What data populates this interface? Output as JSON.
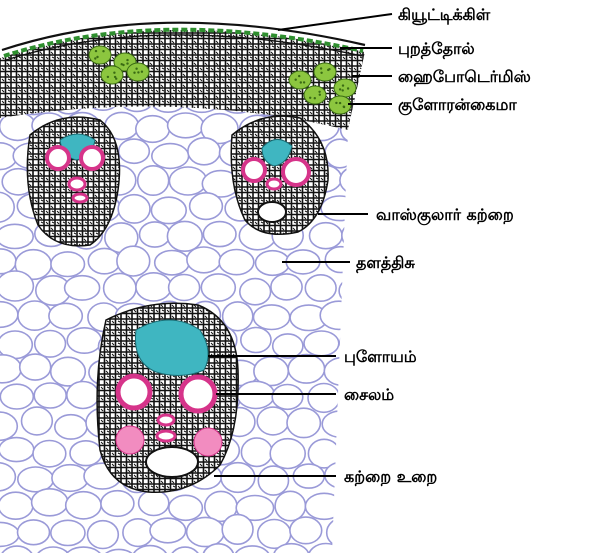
{
  "labels": {
    "cuticle": "கியூட்டிக்கிள்",
    "epidermis": "புறத்தோல்",
    "hypodermis": "ஹைபோடெர்மிஸ்",
    "chlorenchyma": "குளோரன்கைமா",
    "vascular_bundle": "வாஸ்குலார் கற்றை",
    "ground_tissue": "தளத்திசு",
    "phloem": "புளோயம்",
    "xylem": "சைலம்",
    "bundle_sheath": "கற்றை உறை"
  },
  "colors": {
    "cuticle": "#2f8f2f",
    "epidermis_dot": "#3fae3f",
    "chlorenchyma_fill": "#8cc63f",
    "chlorenchyma_dot": "#3a6b14",
    "phloem_fill": "#3fb6c1",
    "xylem_ring": "#d6348a",
    "pink_cells": "#f28cc0",
    "parenchyma_stroke": "#9a9ad8",
    "sclerenchyma": "#111111"
  }
}
